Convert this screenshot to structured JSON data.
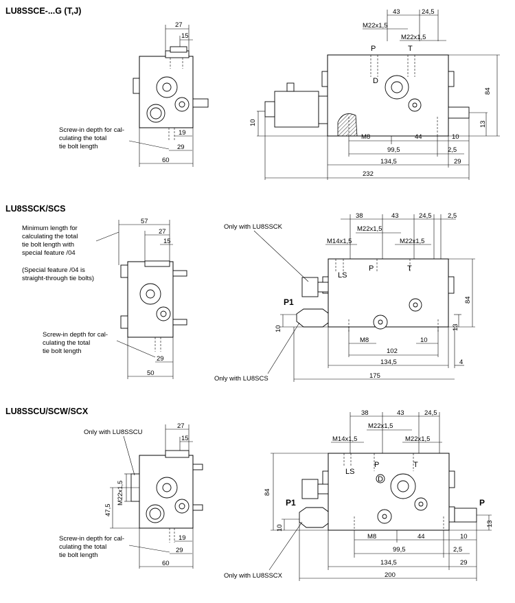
{
  "sections": [
    {
      "title": "LU8SSCE-...G (T,J)",
      "side_dims": [
        "27",
        "15",
        "19",
        "29",
        "60"
      ],
      "side_note": [
        "Screw-in depth for cal-",
        "culating the total",
        "tie bolt length"
      ],
      "front_dims": {
        "top": [
          "43",
          "24,5"
        ],
        "threads": [
          "M22x1,5",
          "M22x1,5"
        ],
        "ports": [
          "P",
          "T",
          "D"
        ],
        "height": "84",
        "left_height": "10",
        "right_height": "13",
        "bottom": [
          "M8",
          "44",
          "10",
          "99,5",
          "2,5",
          "134,5",
          "29",
          "232"
        ]
      }
    },
    {
      "title": "LU8SSCK/SCS",
      "side_dims": [
        "57",
        "27",
        "15",
        "29",
        "50"
      ],
      "side_note_top": [
        "Minimum length for",
        "calculating the total",
        "tie bolt length with",
        "special feature /04",
        "",
        "(Special feature /04 is",
        "straight-through tie bolts)"
      ],
      "side_note": [
        "Screw-in depth for cal-",
        "culating the total",
        "tie bolt length"
      ],
      "callouts": [
        "Only with LU8SSCK",
        "Only with LU8SCS"
      ],
      "front_dims": {
        "top": [
          "38",
          "43",
          "24,5",
          "2,5"
        ],
        "threads": [
          "M14x1,5",
          "M22x1,5",
          "M22x1,5"
        ],
        "ports": [
          "LS",
          "P",
          "T",
          "P1"
        ],
        "height": "84",
        "left_height": "10",
        "right_height": "13",
        "bottom": [
          "M8",
          "10",
          "102",
          "134,5",
          "4",
          "175"
        ]
      }
    },
    {
      "title": "LU8SSCU/SCW/SCX",
      "side_dims": [
        "27",
        "15",
        "M22x1,5",
        "47,5",
        "19",
        "29",
        "60"
      ],
      "side_callout": "Only with LU8SSCU",
      "side_note": [
        "Screw-in depth for cal-",
        "culating the total",
        "tie bolt length"
      ],
      "callouts": [
        "Only with LU8SSCX"
      ],
      "front_dims": {
        "top": [
          "38",
          "43",
          "24,5"
        ],
        "threads": [
          "M14x1,5",
          "M22x1,5",
          "M22x1,5"
        ],
        "ports": [
          "LS",
          "P",
          "T",
          "D",
          "P1",
          "P"
        ],
        "height": "84",
        "left_height": "10",
        "right_height": "13",
        "bottom": [
          "M8",
          "44",
          "10",
          "99,5",
          "2,5",
          "134,5",
          "29",
          "200"
        ]
      }
    }
  ]
}
